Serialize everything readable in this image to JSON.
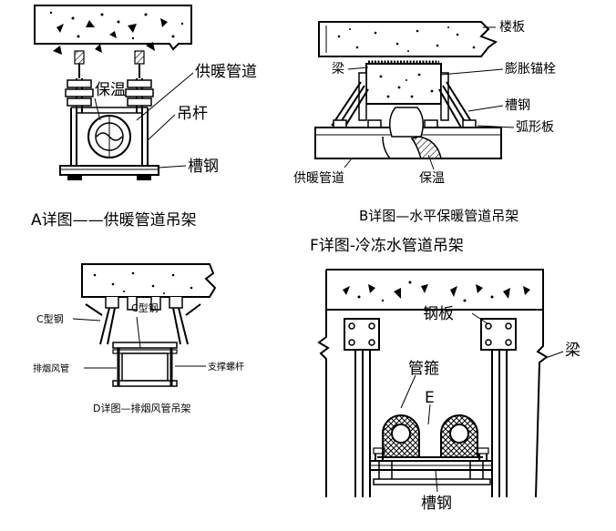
{
  "panel_a": {
    "caption": "A详图——供暖管道吊架",
    "labels": {
      "insulation": "保温",
      "heating_pipe": "供暖管道",
      "hanger_rod": "吊杆",
      "channel_steel": "槽钢"
    }
  },
  "panel_b": {
    "caption": "B详图—水平保暖管道吊架",
    "labels": {
      "floor_slab": "楼板",
      "beam": "梁",
      "expansion_bolt": "膨胀锚栓",
      "channel_steel": "槽钢",
      "arc_plate": "弧形板",
      "heating_pipe": "供暖管道",
      "insulation": "保温"
    }
  },
  "panel_d": {
    "caption": "D详图—排烟风管吊架",
    "labels": {
      "c_steel_left": "C型钢",
      "c_steel_mid": "C型钢",
      "smoke_duct": "排烟风管",
      "support_bolt": "支撑螺杆"
    }
  },
  "panel_f": {
    "caption": "F详图-冷冻水管道吊架",
    "labels": {
      "steel_plate": "钢板",
      "beam": "梁",
      "pipe_clamp": "管箍",
      "e_mark": "E",
      "channel_steel": "槽钢"
    }
  }
}
